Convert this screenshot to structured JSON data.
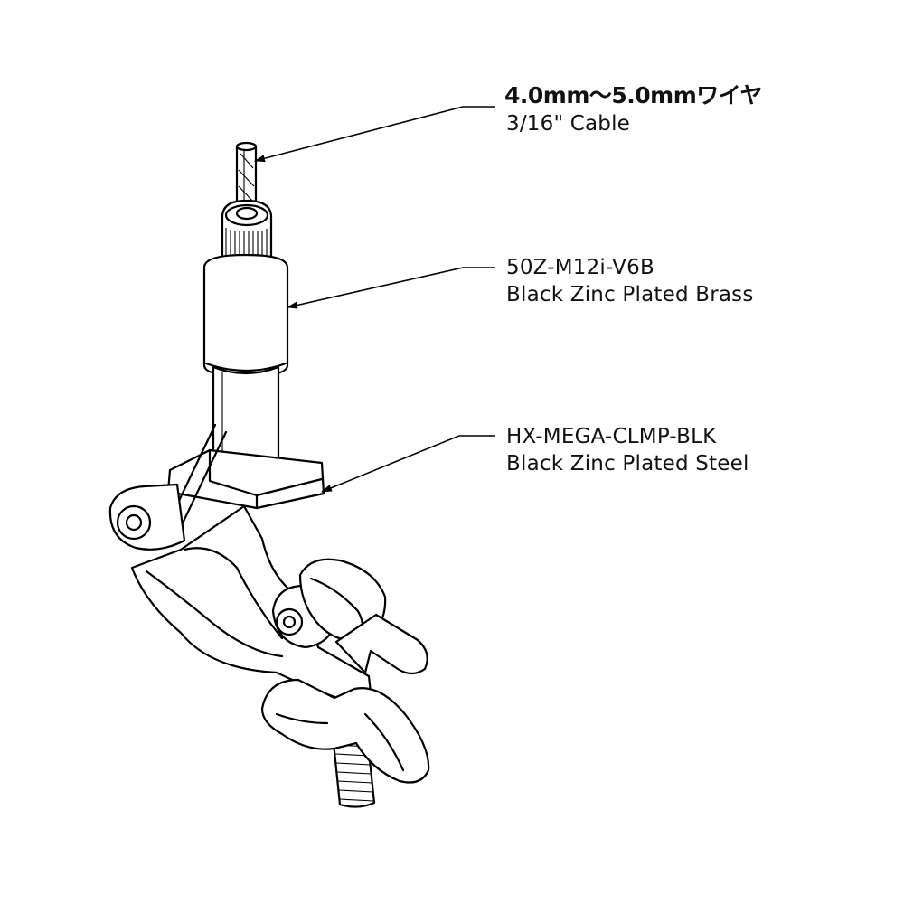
{
  "callouts": {
    "cable": {
      "line1": "4.0mm〜5.0mmワイヤ",
      "line2": "3/16\" Cable"
    },
    "gripper": {
      "line1": "50Z-M12i-V6B",
      "line2": "Black Zinc Plated Brass"
    },
    "clamp": {
      "line1": "HX-MEGA-CLMP-BLK",
      "line2": "Black Zinc Plated Steel"
    }
  }
}
